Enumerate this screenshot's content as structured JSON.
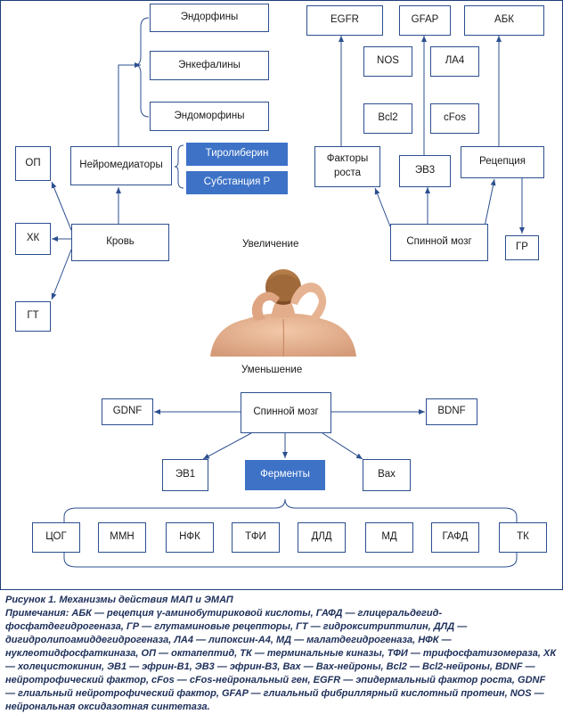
{
  "diagram": {
    "top_left": {
      "endorphins": "Эндорфины",
      "enkephalins": "Энкефалины",
      "endomorphins": "Эндоморфины",
      "neuromediators": "Нейромедиаторы",
      "thyroliberin": "Тиролиберин",
      "substance_p": "Субстанция Р",
      "op": "ОП",
      "hk": "ХК",
      "gt": "ГТ",
      "blood": "Кровь"
    },
    "top_right": {
      "egfr": "EGFR",
      "gfap": "GFAP",
      "abk": "АБК",
      "nos": "NOS",
      "la4": "ЛА4",
      "bcl2": "Bcl2",
      "cfos": "cFos",
      "growth_factors": "Факторы роста",
      "ev3": "ЭВ3",
      "reception": "Рецепция",
      "spinal_cord": "Спинной мозг",
      "gr": "ГР"
    },
    "increase_label": "Увеличение",
    "decrease_label": "Уменьшение",
    "bottom": {
      "gdnf": "GDNF",
      "spinal_cord": "Спинной мозг",
      "bdnf": "BDNF",
      "ev1": "ЭВ1",
      "enzymes": "Ферменты",
      "vax": "Вах",
      "enzyme_list": [
        "ЦОГ",
        "ММН",
        "НФК",
        "ТФИ",
        "ДЛД",
        "МД",
        "ГАФД",
        "ТК"
      ]
    }
  },
  "caption": {
    "title": "Рисунок 1. Механизмы действия МАП и ЭМАП",
    "notes": "Примечания: АБК — рецепция γ-аминобутириковой кислоты, ГАФД — глицеральдегид-фосфатдегидрогеназа, ГР — глутаминовые рецепторы, ГТ — гидрокситриптилин, ДЛД — дигидролипоамиддегидрогеназа, ЛА4 — липоксин-А4, МД — малатдегидрогеназа, НФК — нуклеотидфосфаткиназа, ОП — октапептид, ТК — терминальные киназы, ТФИ — трифосфатизомераза, ХК — холецистокинин, ЭВ1 — эфрин-В1, ЭВ3 — эфрин-В3, Вах — Вах-нейроны, Bcl2 — Bcl2-нейроны, BDNF — нейротрофический фактор, cFos — cFos-нейрональный ген, EGFR — эпидермальный фактор роста, GDNF — глиальный нейротрофический фактор, GFAP — глиальный фибриллярный кислотный протеин, NOS — нейрональная оксидазотная синтетаза."
  },
  "colors": {
    "border": "#2c4f8f",
    "filled": "#3d72c7",
    "caption": "#1d2f5a"
  }
}
